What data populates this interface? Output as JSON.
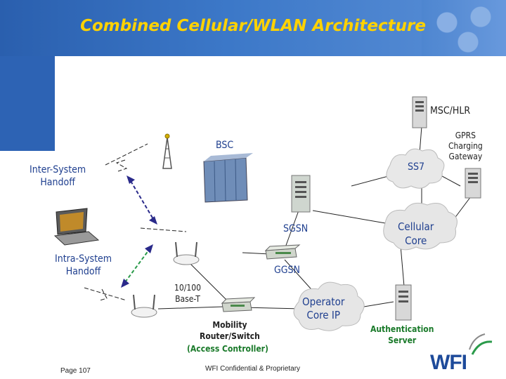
{
  "title": "Combined Cellular/WLAN Architecture",
  "nodes": {
    "msc_hlr": "MSC/HLR",
    "gprs_gateway": "GPRS\nCharging\nGateway",
    "bsc": "BSC",
    "ss7": "SS7",
    "inter_system_handoff": "Inter-System\nHandoff",
    "sgsn": "SGSN",
    "cellular_core": "Cellular\nCore",
    "intra_system_handoff": "Intra-System\nHandoff",
    "ggsn": "GGSN",
    "base_t": "10/100\nBase-T",
    "operator_core_ip": "Operator\nCore IP",
    "mobility_router": "Mobility\nRouter/Switch",
    "access_controller": "(Access Controller)",
    "auth_server": "Authentication\nServer"
  },
  "footer": {
    "page": "Page 107",
    "confidential": "WFI Confidential & Proprietary"
  },
  "logo": "WFI",
  "colors": {
    "header": "#2a5fae",
    "title": "#ffd200",
    "handoff_arrow": "#2a2a8a",
    "intra_arrow": "#2a9a4a",
    "label_green": "#1a7a2a"
  }
}
